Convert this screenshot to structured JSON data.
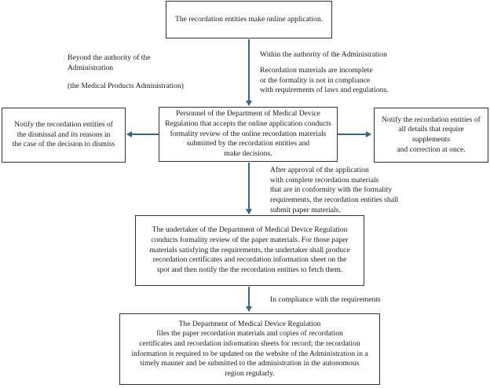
{
  "nodes": {
    "online_application": "The recordation entities make online application.",
    "online_review": "Personnel of the Department of Medical Device\nRegulation that accepts the online application conducts\nformality review of the online recordation materials\nsubmitted by the recordation entities and\nmake decisions.",
    "notify_dismissal": "Notify the recordation entities of\nthe dismissal and its reasons in\nthe case of the decision to dismiss",
    "notify_supplements": "Notify the recordation entities of\nall details that require supplements\nand correction at once.",
    "paper_review": "The undertaker of the Department of Medical Device Regulation\nconducts formality review of the paper materials. For those paper\nmaterials satisfying the requirements, the undertaker shall produce\nrecordation certificates and recordation information sheet on the\nspot and then notify the the recordation entities to fetch them.",
    "filing": "The Department of Medical Device Regulation\nfiles the paper recordation materials and copies of recordation\ncertificates and recordation information sheets for record; the recordation\ninformation is required to be updated on the website of the Administration in a\ntimely manner and be submitted to the administration in the autonomous\nregion regularly."
  },
  "labels": {
    "beyond_authority": "Beyond the authority of the\nAdministration",
    "medical_products_admin": "(the Medical Products Administration)",
    "within_authority": "Within the authority of the Administration",
    "incomplete_materials": "Recordation materials are incomplete\nor the formality is not in compliance\nwith requirements of laws and regulations.",
    "after_approval": "After approval of the application\nwith complete recordation materials\nthat are in conformity with the formality\nrequirements, the recordation entities shall\nsubmit paper materials.",
    "in_compliance": "In compliance with the requirements"
  },
  "colors": {
    "arrow": "#2e6a96",
    "border": "#333333"
  }
}
